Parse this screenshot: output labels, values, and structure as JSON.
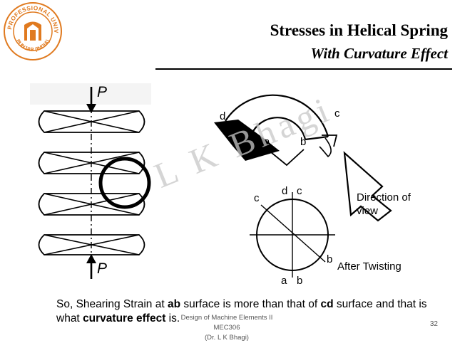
{
  "header": {
    "title": "Stresses in Helical Spring",
    "subtitle": "With Curvature Effect"
  },
  "logo": {
    "text_top": "LOVELY PROFESSIONAL UNIVERSITY",
    "text_bottom": "PUNJAB (INDIA)"
  },
  "watermark": "L K Bhagi",
  "spring": {
    "load_top": "P",
    "load_bottom": "P"
  },
  "element": {
    "label_d": "d",
    "label_c": "c",
    "label_a": "a",
    "label_b": "b"
  },
  "view_arrow": {
    "label": "Direction of view"
  },
  "twist_circle": {
    "label_d": "d",
    "label_c_top": "c",
    "label_c_left": "c",
    "label_b_right": "b",
    "label_a": "a",
    "label_b_bottom": "b",
    "after_label": "After Twisting"
  },
  "caption": {
    "part1": "So, Shearing Strain at ",
    "bold1": "ab",
    "part2": " surface is more than that of ",
    "bold2": "cd",
    "part3": " surface and that is what ",
    "bold3": "curvature effect",
    "part4": " is."
  },
  "footer": {
    "line1": "Design of Machine Elements II MEC306",
    "line2": "(Dr. L K Bhagi)",
    "page": "32"
  }
}
